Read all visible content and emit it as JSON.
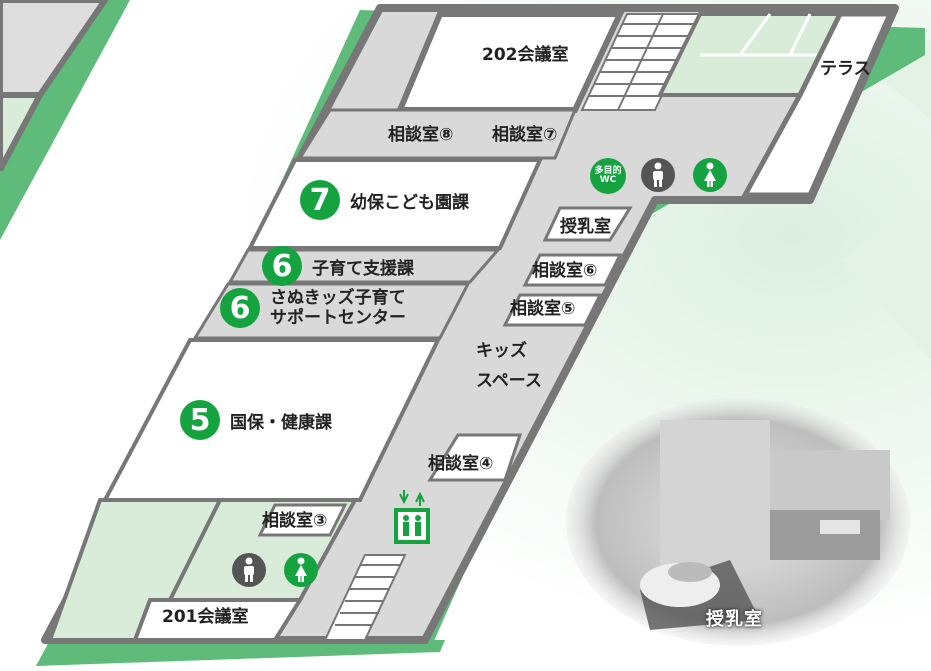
{
  "rooms": {
    "meeting_202": "202会議室",
    "terrace": "テラス",
    "consult_8": "相談室⑧",
    "consult_7": "相談室⑦",
    "nursing_1": "授乳室",
    "consult_6": "相談室⑥",
    "consult_5": "相談室⑤",
    "kids_space_line1": "キッズ",
    "kids_space_line2": "スペース",
    "consult_4": "相談室④",
    "consult_3": "相談室③",
    "meeting_201": "201会議室"
  },
  "departments": [
    {
      "number": "7",
      "name": "幼保こども園課"
    },
    {
      "number": "6",
      "name": "子育て支援課"
    },
    {
      "number": "6",
      "name_line1": "さぬきッズ子育て",
      "name_line2": "サポートセンター"
    },
    {
      "number": "5",
      "name": "国保・健康課"
    }
  ],
  "facilities": {
    "multipurpose_wc": [
      "多目的",
      "WC"
    ]
  },
  "photo": {
    "caption": "授乳室"
  },
  "colors": {
    "wall": "#777777",
    "corridor": "#d9d9d9",
    "green_band": "#5ebb7a",
    "light_green": "#d8ecd9",
    "badge_green": "#15a340",
    "men_icon": "#555555"
  },
  "icons": [
    "man-icon",
    "woman-icon",
    "elevator-icon",
    "stairs-icon",
    "multipurpose-wc-icon"
  ]
}
